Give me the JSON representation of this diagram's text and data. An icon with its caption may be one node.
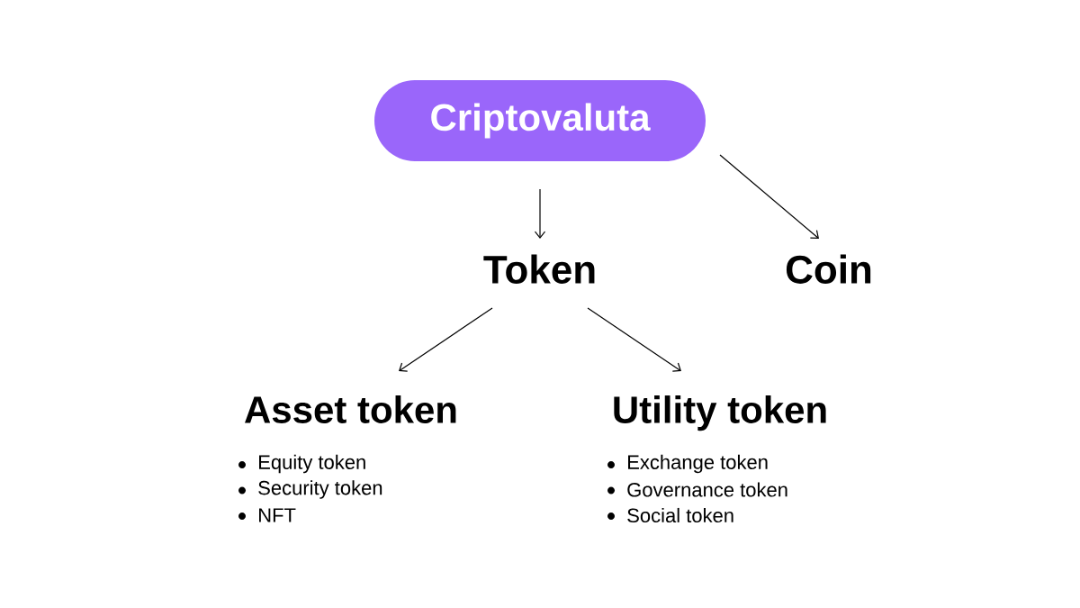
{
  "diagram": {
    "nodes": [
      {
        "text": [
          "Criptovaluta"
        ]
      },
      {
        "text": [
          "Token"
        ]
      },
      {
        "text": [
          "Coin"
        ]
      },
      {
        "text": [
          "Asset token"
        ],
        "beside": [
          "Equity token",
          "Security token",
          "NFT"
        ]
      },
      {
        "text": [
          "Utility token"
        ],
        "beside": [
          "Exchange token",
          "Governance token",
          "Social token"
        ]
      }
    ],
    "edges": [
      {
        "from": 0,
        "to": 1,
        "arrow": "to"
      },
      {
        "from": 0,
        "to": 2,
        "arrow": "to"
      },
      {
        "from": 1,
        "to": 3,
        "arrow": "to"
      },
      {
        "from": 1,
        "to": 4,
        "arrow": "to"
      }
    ]
  }
}
